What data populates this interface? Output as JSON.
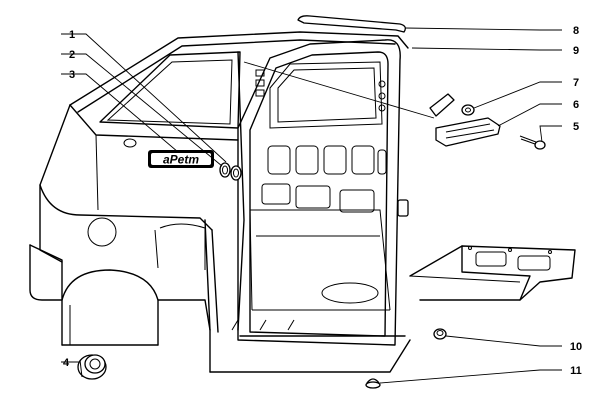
{
  "diagram": {
    "badge_text": "aPetm",
    "callouts": [
      {
        "id": "callout-1",
        "label": "1"
      },
      {
        "id": "callout-2",
        "label": "2"
      },
      {
        "id": "callout-3",
        "label": "3"
      },
      {
        "id": "callout-4",
        "label": "4"
      },
      {
        "id": "callout-5",
        "label": "5"
      },
      {
        "id": "callout-6",
        "label": "6"
      },
      {
        "id": "callout-7",
        "label": "7"
      },
      {
        "id": "callout-8",
        "label": "8"
      },
      {
        "id": "callout-9",
        "label": "9"
      },
      {
        "id": "callout-10",
        "label": "10"
      },
      {
        "id": "callout-11",
        "label": "11"
      }
    ]
  }
}
